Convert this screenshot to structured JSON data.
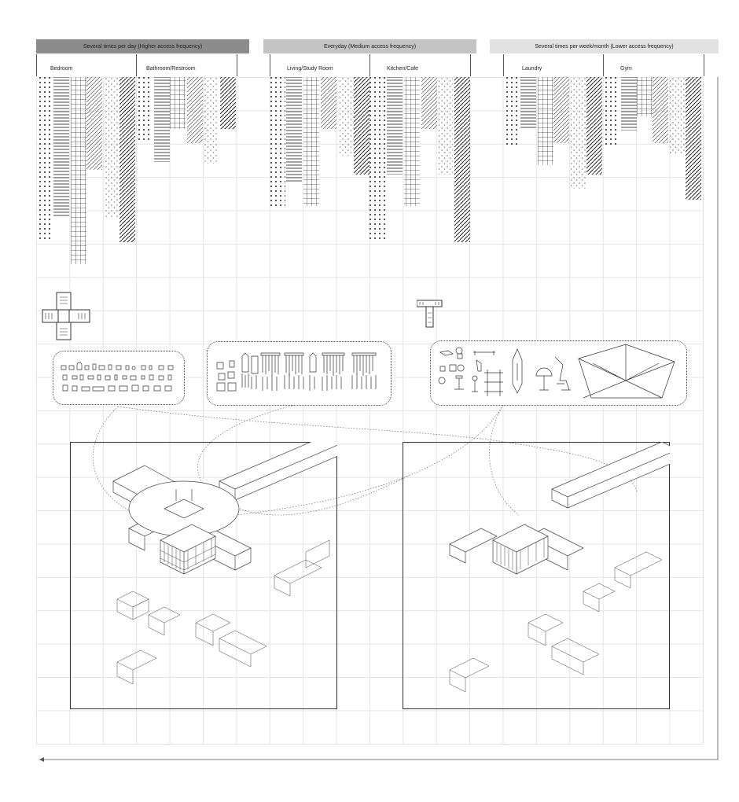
{
  "frequency_groups": [
    {
      "label": "Several times per day (Higher access frequency)",
      "color": "#8c8c8c",
      "rooms": [
        "Bedroom",
        "Bathroom/Restroom"
      ]
    },
    {
      "label": "Everyday (Medium access frequency)",
      "color": "#c4c4c4",
      "rooms": [
        "Living/Study Room",
        "Kitchen/Cafe"
      ]
    },
    {
      "label": "Several times per week/month (Lower access frequency)",
      "color": "#e2e2e2",
      "rooms": [
        "Laundry",
        "Gym"
      ]
    }
  ],
  "icons": {
    "plan_cross": "plan-cross-icon",
    "plan_tee": "plan-tee-icon",
    "kitchenware": "kitchenware-icons",
    "clothing": "clothing-icons",
    "equipment": "gym-equipment-icons"
  }
}
